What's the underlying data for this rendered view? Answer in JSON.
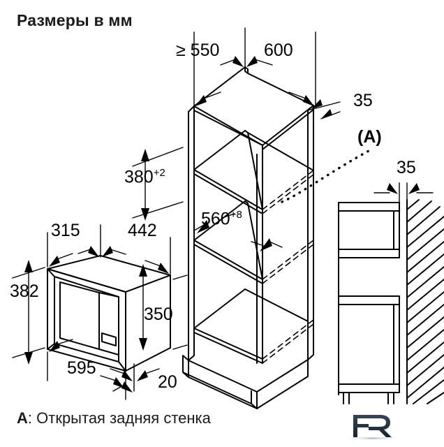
{
  "page": {
    "title": "Размеры в мм",
    "caption_key": "A",
    "caption_sep": ": ",
    "caption_text": "Открытая задняя стенка",
    "background": "#ffffff",
    "line_color": "#000000"
  },
  "dimensions": {
    "niche_depth": "≥ 550",
    "niche_width": "600",
    "clearance_top_right": "35",
    "shelf_height": "380",
    "shelf_height_tol": "+2",
    "niche_opening_width": "560",
    "niche_opening_tol": "+8",
    "appliance_depth_front": "315",
    "appliance_depth_top": "442",
    "appliance_height_side": "382",
    "appliance_height_right": "350",
    "appliance_width": "595",
    "appliance_front_overhang": "20",
    "wall_gap": "35",
    "callout_a": "(A)"
  },
  "watermark": {
    "name": "fr-monogram-watermark",
    "letters": "FR"
  }
}
